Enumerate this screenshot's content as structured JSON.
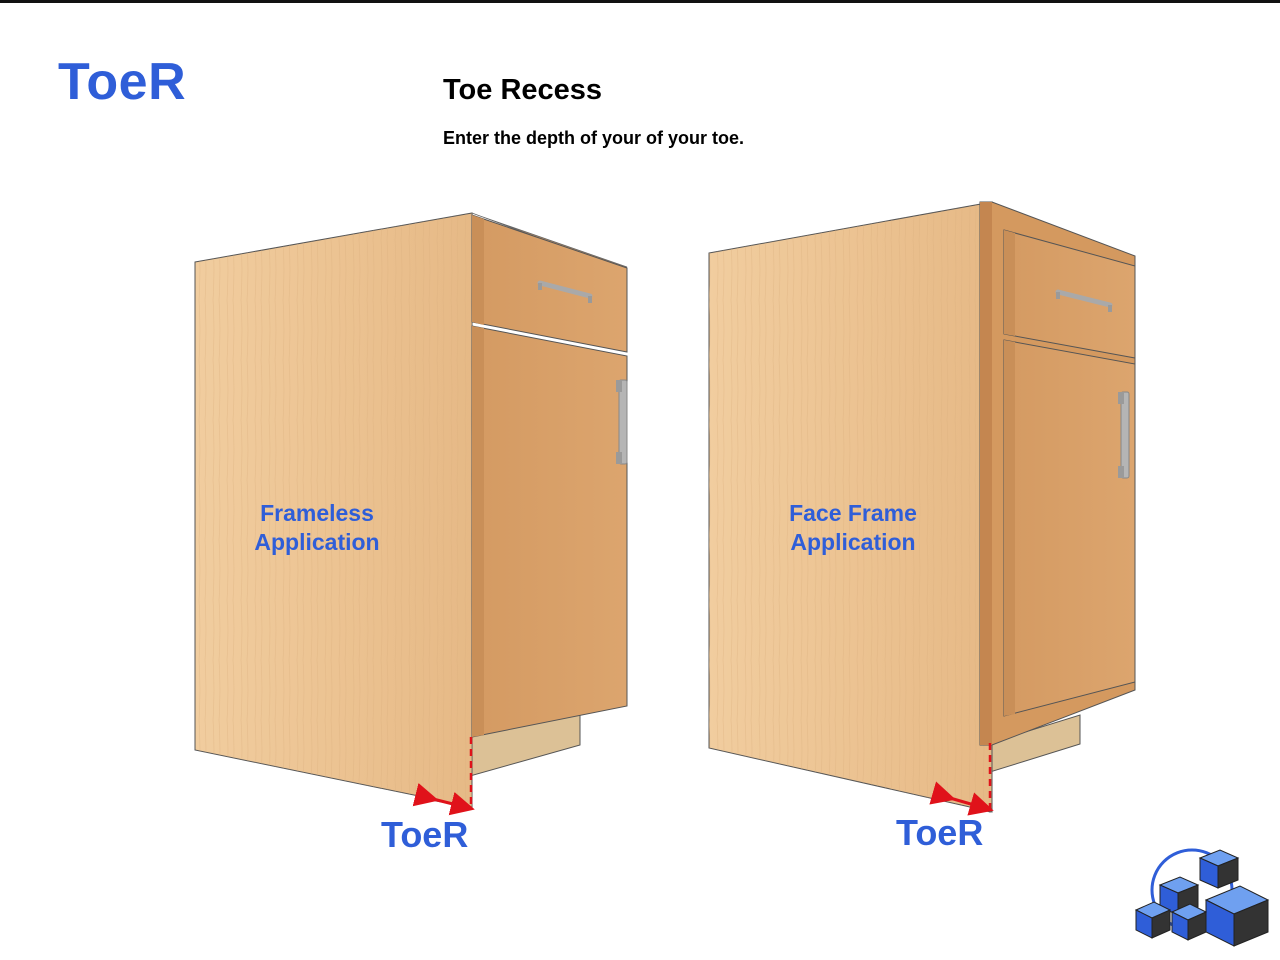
{
  "page": {
    "title": "ToeR",
    "heading": "Toe Recess",
    "subheading": "Enter the depth of your of your toe."
  },
  "cabinets": [
    {
      "type_label_line1": "Frameless",
      "type_label_line2": "Application",
      "toe_label": "ToeR"
    },
    {
      "type_label_line1": "Face Frame",
      "type_label_line2": "Application",
      "toe_label": "ToeR"
    }
  ],
  "colors": {
    "accent": "#2f5ed8",
    "side_panel": "#ecc495",
    "front_panel": "#d9a06a",
    "toe_kick": "#e9cfa3",
    "dimension_line": "#e0121a"
  },
  "icons": [
    "cube-logo-icon",
    "door-handle-icon",
    "drawer-handle-icon"
  ]
}
